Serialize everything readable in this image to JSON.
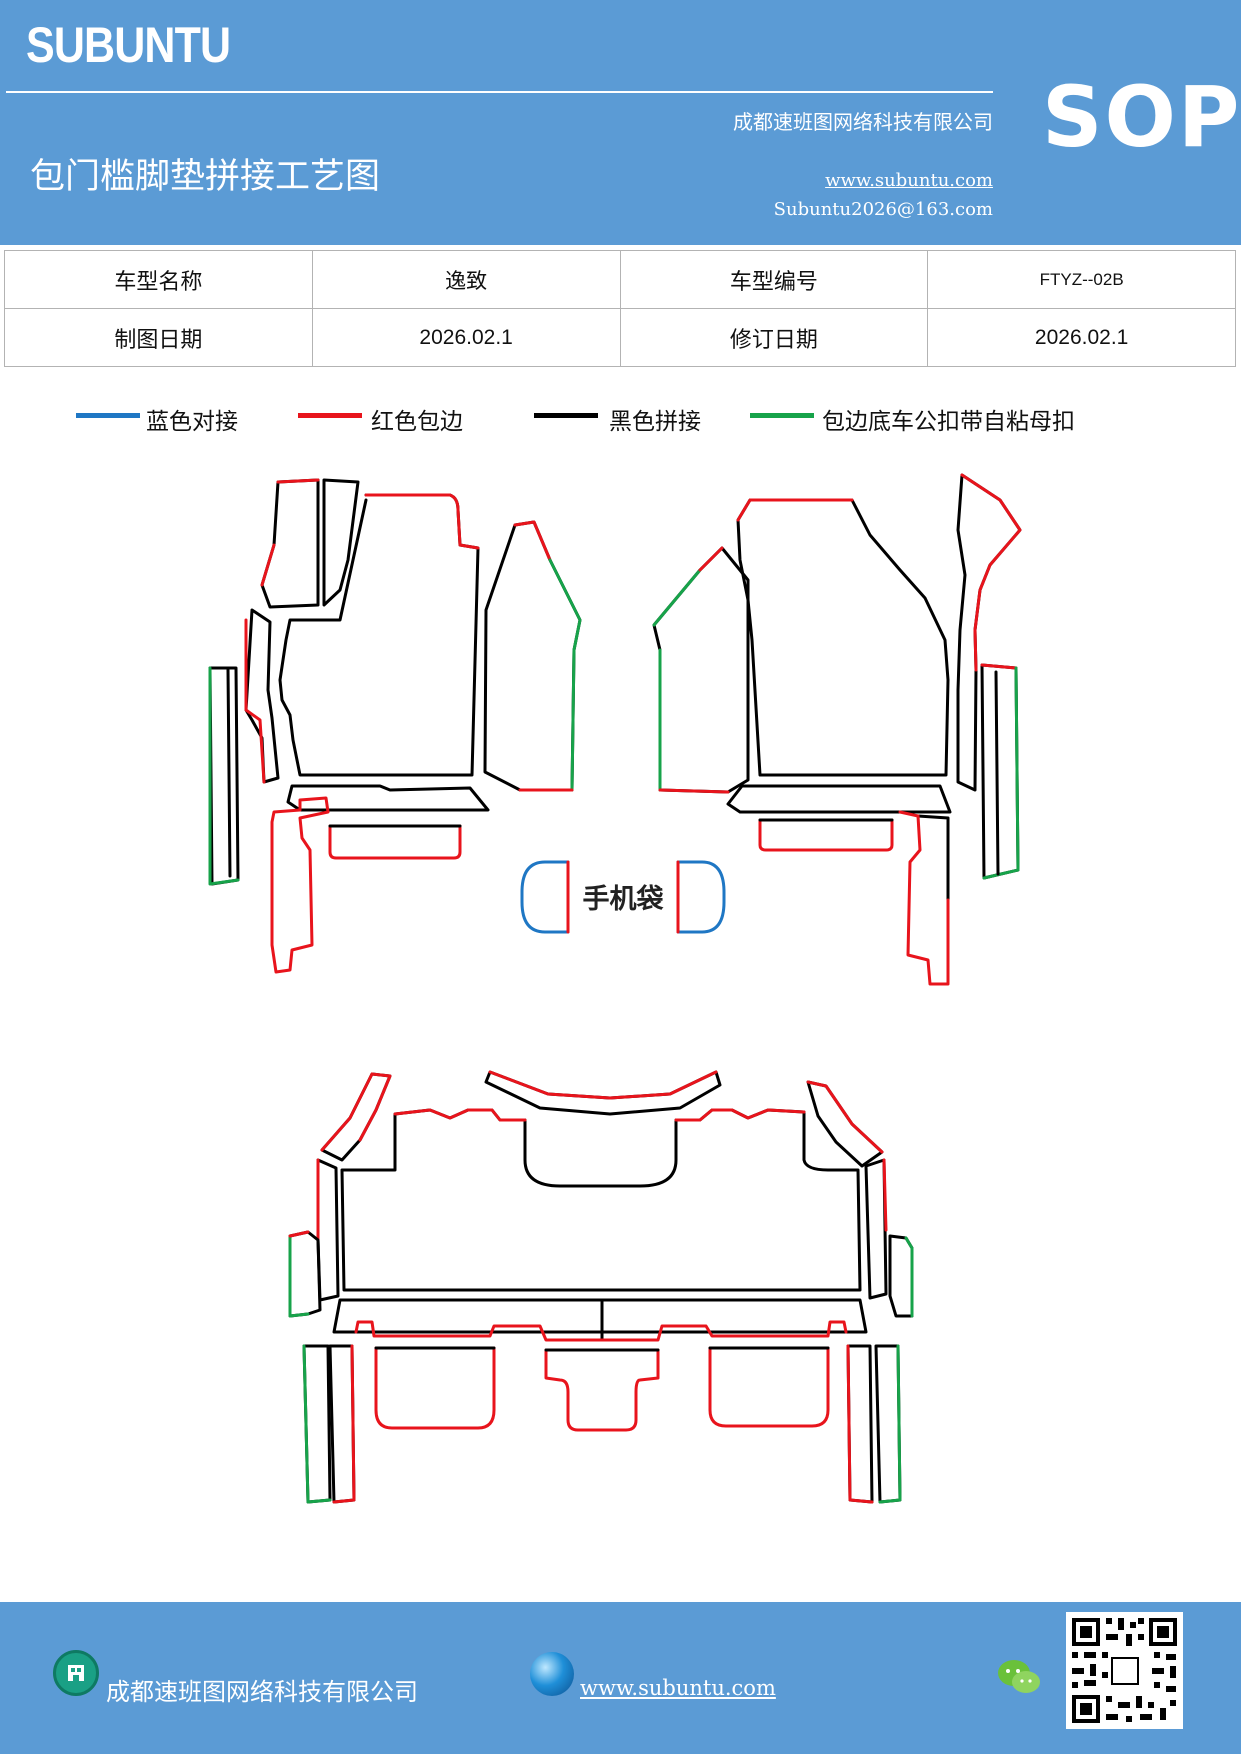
{
  "header": {
    "brand": "SUBUNTU",
    "sop": "SOP",
    "company": "成都速班图网络科技有限公司",
    "title": "包门槛脚垫拼接工艺图",
    "website": "www.subuntu.com",
    "email": "Subuntu2026@163.com",
    "background_color": "#5b9bd5"
  },
  "info_table": {
    "rows": [
      [
        "车型名称",
        "逸致",
        "车型编号",
        "FTYZ--02B"
      ],
      [
        "制图日期",
        "2026.02.1",
        "修订日期",
        "2026.02.1"
      ]
    ]
  },
  "legend": [
    {
      "label": "蓝色对接",
      "color": "#1f77c4"
    },
    {
      "label": "红色包边",
      "color": "#e8141c"
    },
    {
      "label": "黑色拼接",
      "color": "#000000"
    },
    {
      "label": "包边底车公扣带自粘母扣",
      "color": "#17a34a"
    }
  ],
  "diagram": {
    "phone_pocket_label": "手机袋"
  },
  "footer": {
    "company": "成都速班图网络科技有限公司",
    "website": "www.subuntu.com",
    "icons": [
      "building-icon",
      "globe-icon",
      "wechat-icon",
      "qr-code"
    ]
  }
}
